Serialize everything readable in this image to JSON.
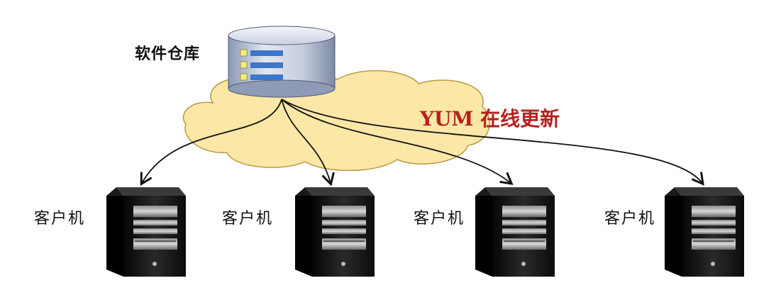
{
  "repository": {
    "label": "软件仓库",
    "icon": "database-icon"
  },
  "network": {
    "label": "YUM 在线更新",
    "icon": "cloud-icon",
    "cloud_color": "#fbe7a6",
    "label_color": "#b5211e"
  },
  "clients": [
    {
      "label": "客户机",
      "icon": "server-tower-icon"
    },
    {
      "label": "客户机",
      "icon": "server-tower-icon"
    },
    {
      "label": "客户机",
      "icon": "server-tower-icon"
    },
    {
      "label": "客户机",
      "icon": "server-tower-icon"
    }
  ]
}
